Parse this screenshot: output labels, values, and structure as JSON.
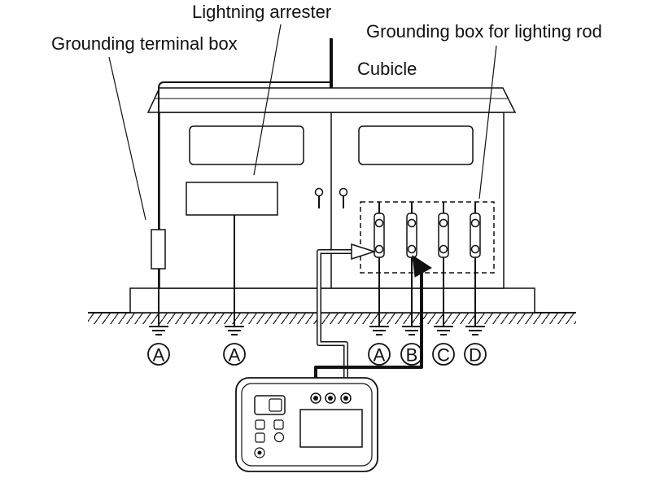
{
  "labels": {
    "lightning_arrester": "Lightning arrester",
    "grounding_terminal_box": "Grounding terminal box",
    "grounding_box_rod": "Grounding box for lighting rod",
    "cubicle": "Cubicle"
  },
  "ground_points": [
    "A",
    "A",
    "A",
    "B",
    "C",
    "D"
  ],
  "colors": {
    "line": "#111111",
    "background": "#ffffff"
  }
}
